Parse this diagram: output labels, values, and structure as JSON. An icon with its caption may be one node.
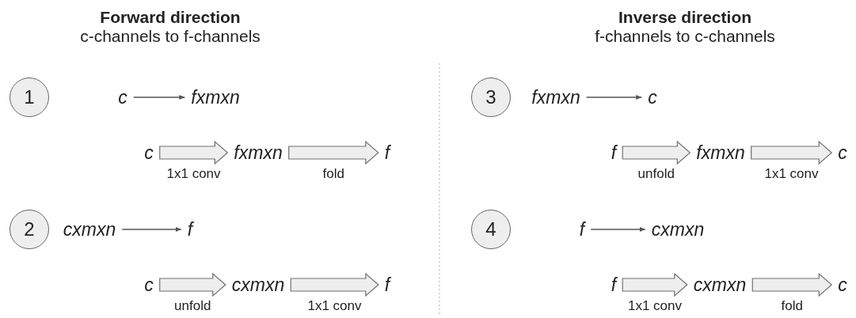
{
  "diagram": {
    "nodes": [
      {
        "text": [
          "1"
        ]
      },
      {
        "text": [
          "c"
        ]
      },
      {
        "text": [
          "fxmxn"
        ]
      },
      {
        "text": [
          "c"
        ]
      },
      {
        "text": [
          "fxmxn"
        ]
      },
      {
        "text": [
          "f"
        ]
      },
      {
        "text": [
          "2"
        ]
      },
      {
        "text": [
          "cxmxn"
        ]
      },
      {
        "text": [
          "f"
        ]
      },
      {
        "text": [
          "c"
        ]
      },
      {
        "text": [
          "cxmxn"
        ]
      },
      {
        "text": [
          "f"
        ]
      },
      {
        "text": [
          "3"
        ]
      },
      {
        "text": [
          "fxmxn"
        ]
      },
      {
        "text": [
          "c"
        ]
      },
      {
        "text": [
          "f"
        ]
      },
      {
        "text": [
          "fxmxn"
        ]
      },
      {
        "text": [
          "c"
        ]
      },
      {
        "text": [
          "4"
        ]
      },
      {
        "text": [
          "f"
        ]
      },
      {
        "text": [
          "cxmxn"
        ]
      },
      {
        "text": [
          "f"
        ]
      },
      {
        "text": [
          "cxmxn"
        ]
      },
      {
        "text": [
          "c"
        ]
      }
    ],
    "edges": [
      {
        "from": 1,
        "to": 2,
        "arrow": "to"
      },
      {
        "from": 3,
        "to": 4,
        "arrow": "to",
        "label": "1x1 conv",
        "style": "thick"
      },
      {
        "from": 4,
        "to": 5,
        "arrow": "to",
        "label": "fold",
        "style": "thick"
      },
      {
        "from": 7,
        "to": 8,
        "arrow": "to"
      },
      {
        "from": 9,
        "to": 10,
        "arrow": "to",
        "label": "unfold",
        "style": "thick"
      },
      {
        "from": 10,
        "to": 11,
        "arrow": "to",
        "label": "1x1 conv",
        "style": "thick"
      },
      {
        "from": 13,
        "to": 14,
        "arrow": "to"
      },
      {
        "from": 15,
        "to": 16,
        "arrow": "to",
        "label": "unfold",
        "style": "thick"
      },
      {
        "from": 16,
        "to": 17,
        "arrow": "to",
        "label": "1x1 conv",
        "style": "thick"
      },
      {
        "from": 19,
        "to": 20,
        "arrow": "to"
      },
      {
        "from": 21,
        "to": 22,
        "arrow": "to",
        "label": "1x1 conv",
        "style": "thick"
      },
      {
        "from": 22,
        "to": 23,
        "arrow": "to",
        "label": "fold",
        "style": "thick"
      }
    ],
    "labels": [
      "Forward direction",
      "c-channels to f-channels",
      "Inverse direction",
      "f-channels to c-channels"
    ]
  }
}
